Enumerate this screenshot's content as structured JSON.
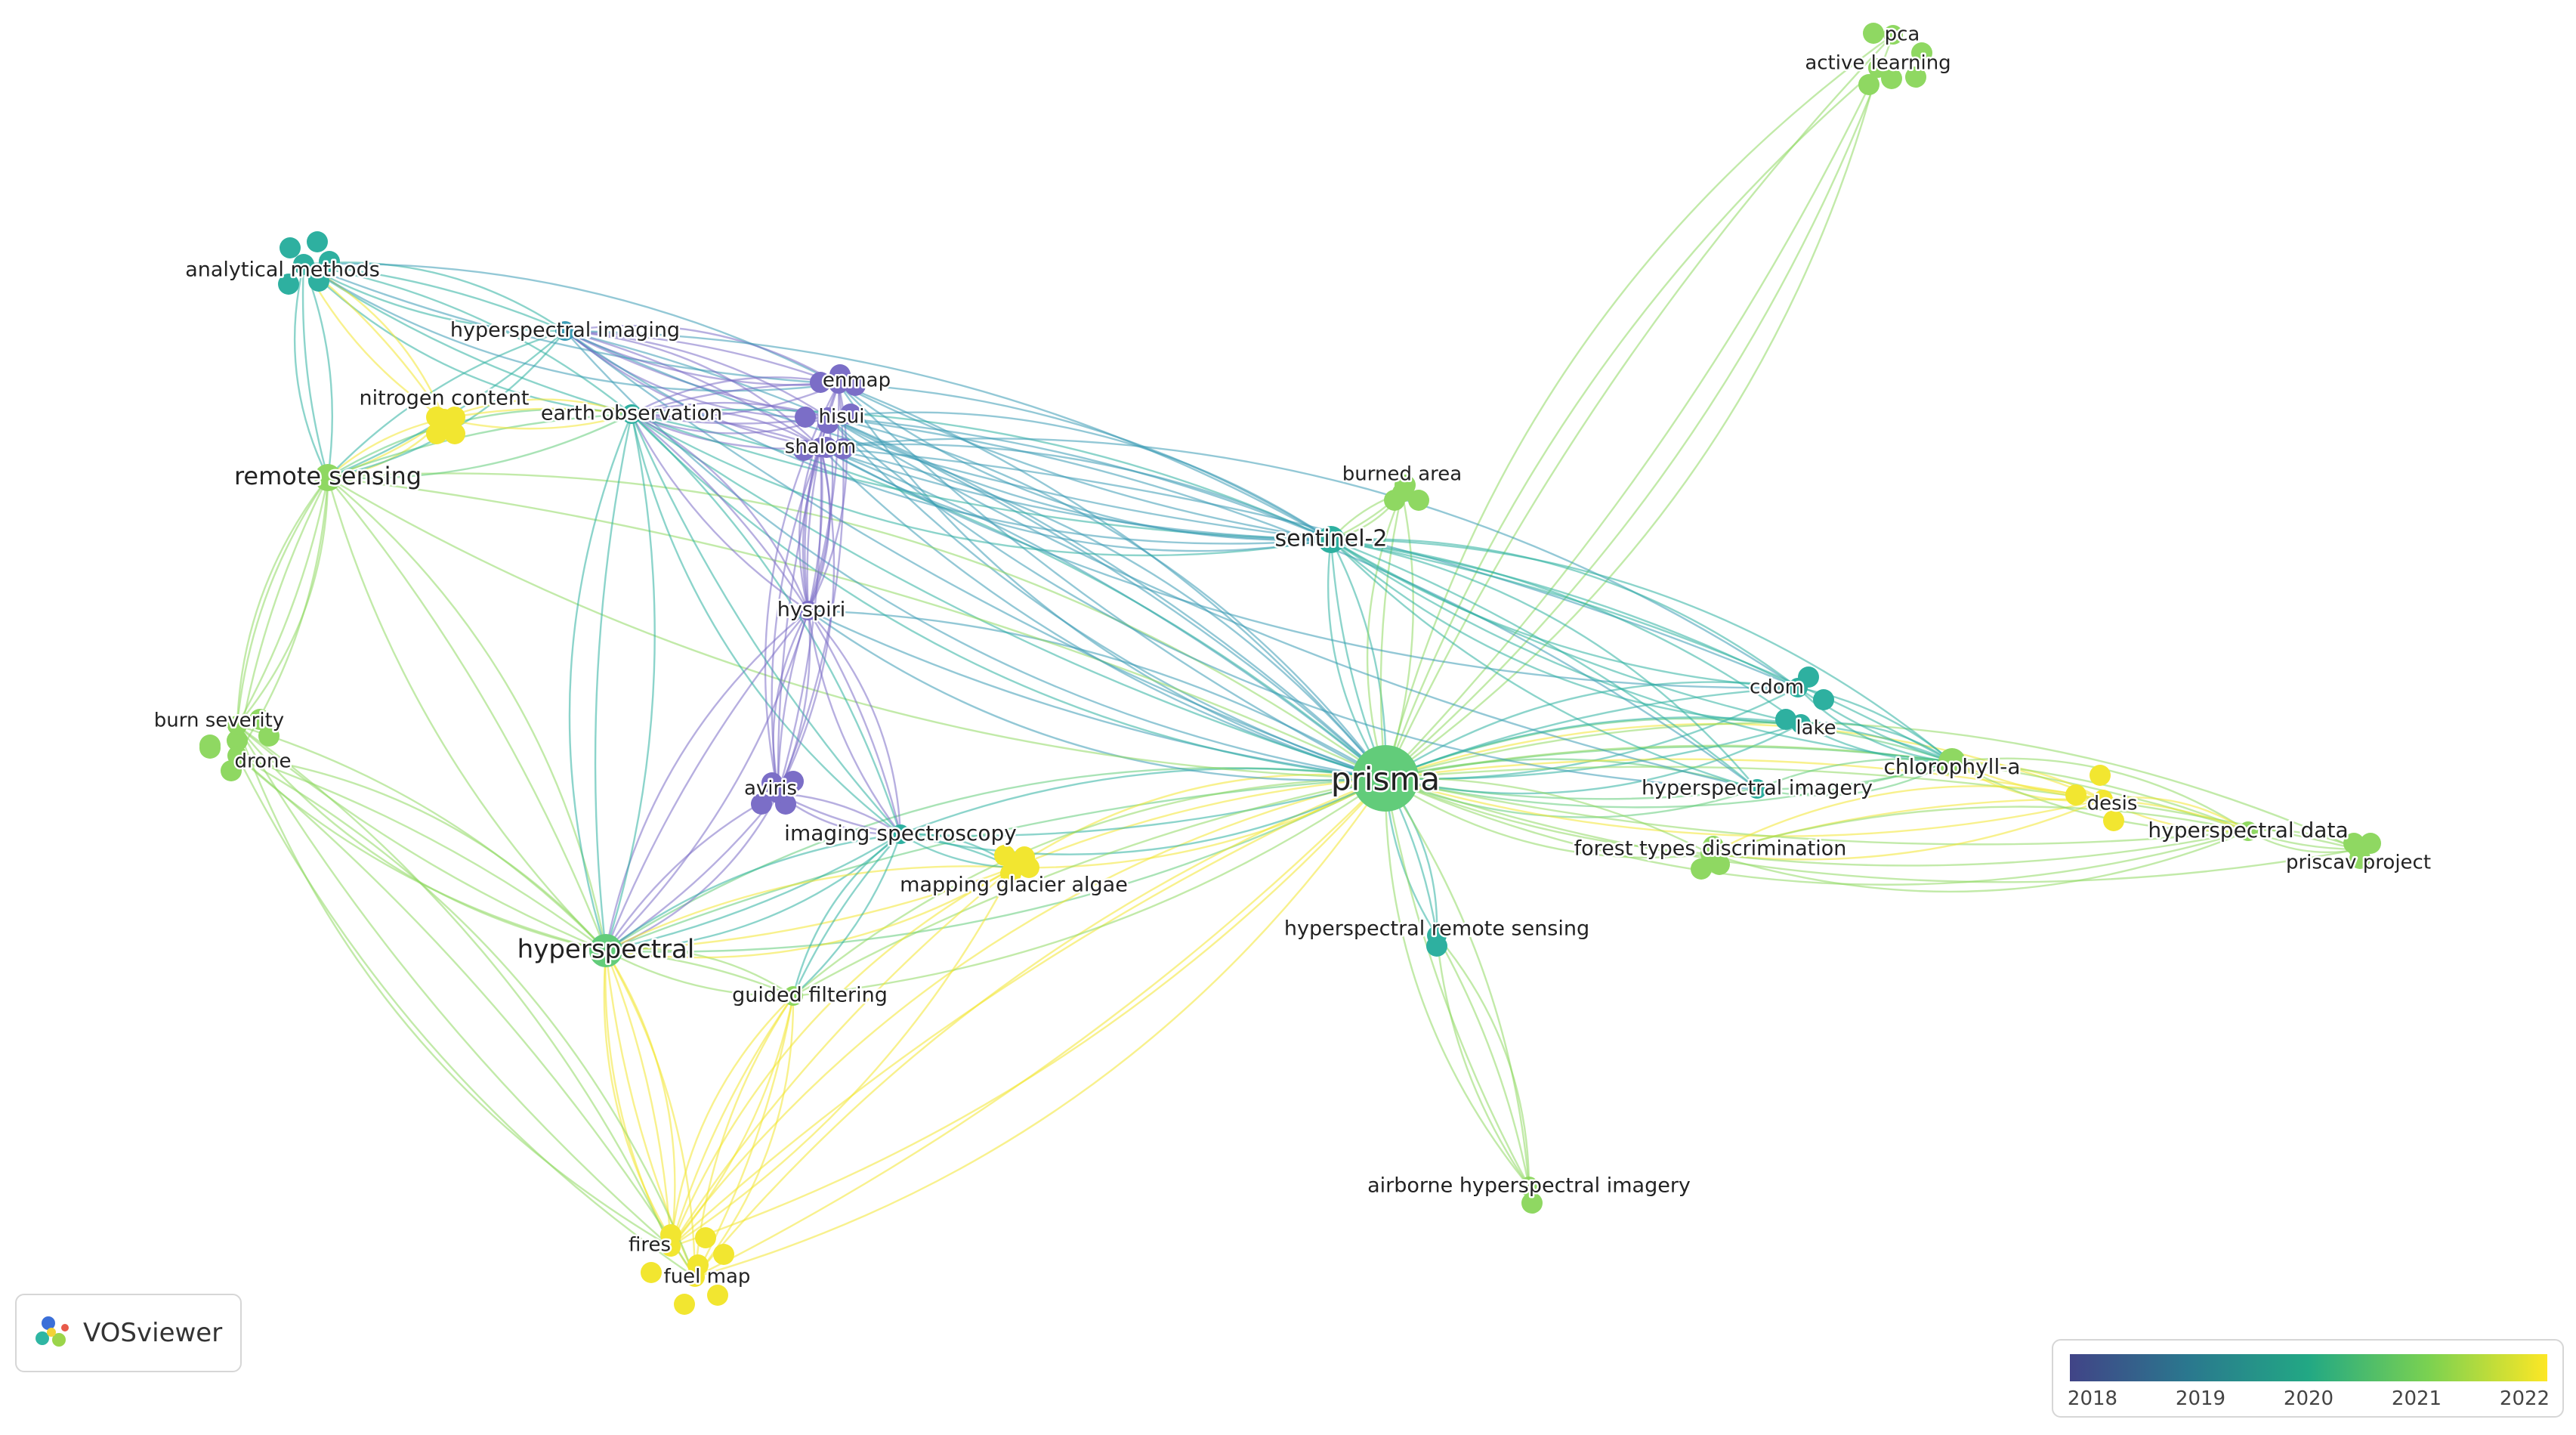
{
  "title": "",
  "app": {
    "name": "VOSviewer",
    "logo_icon": "vosviewer-logo-icon"
  },
  "legend": {
    "years": [
      "2018",
      "2019",
      "2020",
      "2021",
      "2022"
    ],
    "colors": [
      "#414487",
      "#2a788e",
      "#22a884",
      "#7ad151",
      "#fde725"
    ]
  },
  "colors": {
    "purple": "#7b6ec7",
    "blue": "#3a9bb5",
    "teal": "#2eb0a0",
    "green": "#62cc7a",
    "lightgreen": "#8fd862",
    "yellow": "#f2e630"
  },
  "nodes": [
    {
      "id": "prisma",
      "label": "prisma",
      "size": "xl",
      "color": "green"
    },
    {
      "id": "hyperspectral",
      "label": "hyperspectral",
      "size": "l",
      "color": "green"
    },
    {
      "id": "remote-sensing",
      "label": "remote sensing",
      "size": "m",
      "color": "lightgreen"
    },
    {
      "id": "sentinel-2",
      "label": "sentinel-2",
      "size": "m",
      "color": "teal"
    },
    {
      "id": "analytical-methods",
      "label": "analytical methods",
      "size": "s",
      "color": "teal"
    },
    {
      "id": "hyperspectral-imaging",
      "label": "hyperspectral imaging",
      "size": "s",
      "color": "blue"
    },
    {
      "id": "nitrogen-content",
      "label": "nitrogen content",
      "size": "s",
      "color": "yellow"
    },
    {
      "id": "earth-observation",
      "label": "earth observation",
      "size": "s",
      "color": "teal"
    },
    {
      "id": "enmap",
      "label": "enmap",
      "size": "s",
      "color": "purple"
    },
    {
      "id": "hisui",
      "label": "hisui",
      "size": "s",
      "color": "purple"
    },
    {
      "id": "shalom",
      "label": "shalom",
      "size": "s",
      "color": "purple"
    },
    {
      "id": "hyspiri",
      "label": "hyspiri",
      "size": "s",
      "color": "purple"
    },
    {
      "id": "aviris",
      "label": "aviris",
      "size": "s",
      "color": "purple"
    },
    {
      "id": "imaging-spectroscopy",
      "label": "imaging spectroscopy",
      "size": "s",
      "color": "teal"
    },
    {
      "id": "mapping-glacier-algae",
      "label": "mapping glacier algae",
      "size": "s",
      "color": "yellow"
    },
    {
      "id": "burn-severity",
      "label": "burn severity",
      "size": "s",
      "color": "lightgreen"
    },
    {
      "id": "drone",
      "label": "drone",
      "size": "s",
      "color": "lightgreen"
    },
    {
      "id": "guided-filtering",
      "label": "guided filtering",
      "size": "s",
      "color": "lightgreen"
    },
    {
      "id": "fires",
      "label": "fires",
      "size": "s",
      "color": "yellow"
    },
    {
      "id": "fuel-map",
      "label": "fuel map",
      "size": "s",
      "color": "yellow"
    },
    {
      "id": "burned-area",
      "label": "burned area",
      "size": "s",
      "color": "lightgreen"
    },
    {
      "id": "pca",
      "label": "pca",
      "size": "s",
      "color": "lightgreen"
    },
    {
      "id": "active-learning",
      "label": "active learning",
      "size": "s",
      "color": "lightgreen"
    },
    {
      "id": "cdom",
      "label": "cdom",
      "size": "s",
      "color": "teal"
    },
    {
      "id": "lake",
      "label": "lake",
      "size": "s",
      "color": "teal"
    },
    {
      "id": "chlorophyll-a",
      "label": "chlorophyll-a",
      "size": "m",
      "color": "lightgreen"
    },
    {
      "id": "hyperspectral-imagery",
      "label": "hyperspectral imagery",
      "size": "s",
      "color": "teal"
    },
    {
      "id": "desis",
      "label": "desis",
      "size": "s",
      "color": "yellow"
    },
    {
      "id": "hyperspectral-data",
      "label": "hyperspectral data",
      "size": "s",
      "color": "lightgreen"
    },
    {
      "id": "priscav-project",
      "label": "priscav project",
      "size": "s",
      "color": "lightgreen"
    },
    {
      "id": "forest-types-discrimination",
      "label": "forest types discrimination",
      "size": "s",
      "color": "lightgreen"
    },
    {
      "id": "hyperspectral-remote-sensing",
      "label": "hyperspectral remote sensing",
      "size": "s",
      "color": "teal"
    },
    {
      "id": "airborne-hyperspectral-imagery",
      "label": "airborne hyperspectral imagery",
      "size": "s",
      "color": "lightgreen"
    }
  ],
  "links": [
    [
      "prisma",
      "sentinel-2",
      "teal"
    ],
    [
      "prisma",
      "hyperspectral",
      "green"
    ],
    [
      "prisma",
      "chlorophyll-a",
      "green"
    ],
    [
      "prisma",
      "hyperspectral-imagery",
      "green"
    ],
    [
      "prisma",
      "cdom",
      "teal"
    ],
    [
      "prisma",
      "lake",
      "teal"
    ],
    [
      "prisma",
      "desis",
      "yellow"
    ],
    [
      "prisma",
      "hyperspectral-data",
      "lightgreen"
    ],
    [
      "prisma",
      "priscav-project",
      "lightgreen"
    ],
    [
      "prisma",
      "forest-types-discrimination",
      "lightgreen"
    ],
    [
      "prisma",
      "hyperspectral-remote-sensing",
      "teal"
    ],
    [
      "prisma",
      "airborne-hyperspectral-imagery",
      "lightgreen"
    ],
    [
      "prisma",
      "burned-area",
      "lightgreen"
    ],
    [
      "prisma",
      "active-learning",
      "lightgreen"
    ],
    [
      "prisma",
      "pca",
      "lightgreen"
    ],
    [
      "prisma",
      "fires",
      "yellow"
    ],
    [
      "prisma",
      "fuel-map",
      "yellow"
    ],
    [
      "prisma",
      "mapping-glacier-algae",
      "yellow"
    ],
    [
      "prisma",
      "imaging-spectroscopy",
      "teal"
    ],
    [
      "prisma",
      "guided-filtering",
      "lightgreen"
    ],
    [
      "prisma",
      "hyspiri",
      "blue"
    ],
    [
      "prisma",
      "hisui",
      "blue"
    ],
    [
      "prisma",
      "enmap",
      "blue"
    ],
    [
      "prisma",
      "shalom",
      "blue"
    ],
    [
      "prisma",
      "earth-observation",
      "teal"
    ],
    [
      "prisma",
      "remote-sensing",
      "lightgreen"
    ],
    [
      "prisma",
      "hyperspectral-imaging",
      "blue"
    ],
    [
      "hyperspectral",
      "remote-sensing",
      "lightgreen"
    ],
    [
      "hyperspectral",
      "burn-severity",
      "lightgreen"
    ],
    [
      "hyperspectral",
      "drone",
      "lightgreen"
    ],
    [
      "hyperspectral",
      "fires",
      "yellow"
    ],
    [
      "hyperspectral",
      "fuel-map",
      "yellow"
    ],
    [
      "hyperspectral",
      "guided-filtering",
      "lightgreen"
    ],
    [
      "hyperspectral",
      "aviris",
      "purple"
    ],
    [
      "hyperspectral",
      "hyspiri",
      "purple"
    ],
    [
      "hyperspectral",
      "imaging-spectroscopy",
      "teal"
    ],
    [
      "hyperspectral",
      "earth-observation",
      "teal"
    ],
    [
      "hyperspectral",
      "mapping-glacier-algae",
      "yellow"
    ],
    [
      "remote-sensing",
      "analytical-methods",
      "teal"
    ],
    [
      "remote-sensing",
      "nitrogen-content",
      "yellow"
    ],
    [
      "remote-sensing",
      "burn-severity",
      "lightgreen"
    ],
    [
      "remote-sensing",
      "drone",
      "lightgreen"
    ],
    [
      "remote-sensing",
      "earth-observation",
      "green"
    ],
    [
      "remote-sensing",
      "hyperspectral-imaging",
      "teal"
    ],
    [
      "analytical-methods",
      "hyperspectral-imaging",
      "teal"
    ],
    [
      "analytical-methods",
      "earth-observation",
      "teal"
    ],
    [
      "analytical-methods",
      "nitrogen-content",
      "yellow"
    ],
    [
      "analytical-methods",
      "enmap",
      "blue"
    ],
    [
      "hyperspectral-imaging",
      "enmap",
      "purple"
    ],
    [
      "hyperspectral-imaging",
      "hisui",
      "purple"
    ],
    [
      "hyperspectral-imaging",
      "shalom",
      "purple"
    ],
    [
      "hyperspectral-imaging",
      "sentinel-2",
      "blue"
    ],
    [
      "earth-observation",
      "enmap",
      "purple"
    ],
    [
      "earth-observation",
      "hisui",
      "purple"
    ],
    [
      "earth-observation",
      "shalom",
      "purple"
    ],
    [
      "earth-observation",
      "sentinel-2",
      "teal"
    ],
    [
      "earth-observation",
      "hyspiri",
      "purple"
    ],
    [
      "earth-observation",
      "imaging-spectroscopy",
      "teal"
    ],
    [
      "nitrogen-content",
      "earth-observation",
      "yellow"
    ],
    [
      "enmap",
      "sentinel-2",
      "blue"
    ],
    [
      "hisui",
      "sentinel-2",
      "blue"
    ],
    [
      "shalom",
      "sentinel-2",
      "blue"
    ],
    [
      "enmap",
      "hyspiri",
      "purple"
    ],
    [
      "hisui",
      "hyspiri",
      "purple"
    ],
    [
      "shalom",
      "hyspiri",
      "purple"
    ],
    [
      "hyspiri",
      "aviris",
      "purple"
    ],
    [
      "hyspiri",
      "imaging-spectroscopy",
      "purple"
    ],
    [
      "enmap",
      "aviris",
      "purple"
    ],
    [
      "shalom",
      "aviris",
      "purple"
    ],
    [
      "aviris",
      "imaging-spectroscopy",
      "purple"
    ],
    [
      "shalom",
      "cdom",
      "blue"
    ],
    [
      "hisui",
      "hyperspectral-imagery",
      "blue"
    ],
    [
      "sentinel-2",
      "cdom",
      "teal"
    ],
    [
      "sentinel-2",
      "lake",
      "teal"
    ],
    [
      "sentinel-2",
      "chlorophyll-a",
      "teal"
    ],
    [
      "sentinel-2",
      "burned-area",
      "lightgreen"
    ],
    [
      "sentinel-2",
      "hyperspectral-imagery",
      "teal"
    ],
    [
      "cdom",
      "chlorophyll-a",
      "teal"
    ],
    [
      "lake",
      "chlorophyll-a",
      "teal"
    ],
    [
      "chlorophyll-a",
      "desis",
      "yellow"
    ],
    [
      "chlorophyll-a",
      "hyperspectral-data",
      "lightgreen"
    ],
    [
      "hyperspectral-imagery",
      "chlorophyll-a",
      "green"
    ],
    [
      "desis",
      "hyperspectral-data",
      "yellow"
    ],
    [
      "hyperspectral-data",
      "priscav-project",
      "lightgreen"
    ],
    [
      "forest-types-discrimination",
      "desis",
      "yellow"
    ],
    [
      "forest-types-discrimination",
      "hyperspectral-data",
      "lightgreen"
    ],
    [
      "fires",
      "mapping-glacier-algae",
      "yellow"
    ],
    [
      "fuel-map",
      "guided-filtering",
      "yellow"
    ],
    [
      "fires",
      "guided-filtering",
      "yellow"
    ],
    [
      "burn-severity",
      "fires",
      "lightgreen"
    ],
    [
      "drone",
      "fuel-map",
      "lightgreen"
    ],
    [
      "mapping-glacier-algae",
      "imaging-spectroscopy",
      "teal"
    ],
    [
      "hyperspectral-remote-sensing",
      "airborne-hyperspectral-imagery",
      "lightgreen"
    ],
    [
      "imaging-spectroscopy",
      "guided-filtering",
      "teal"
    ]
  ]
}
